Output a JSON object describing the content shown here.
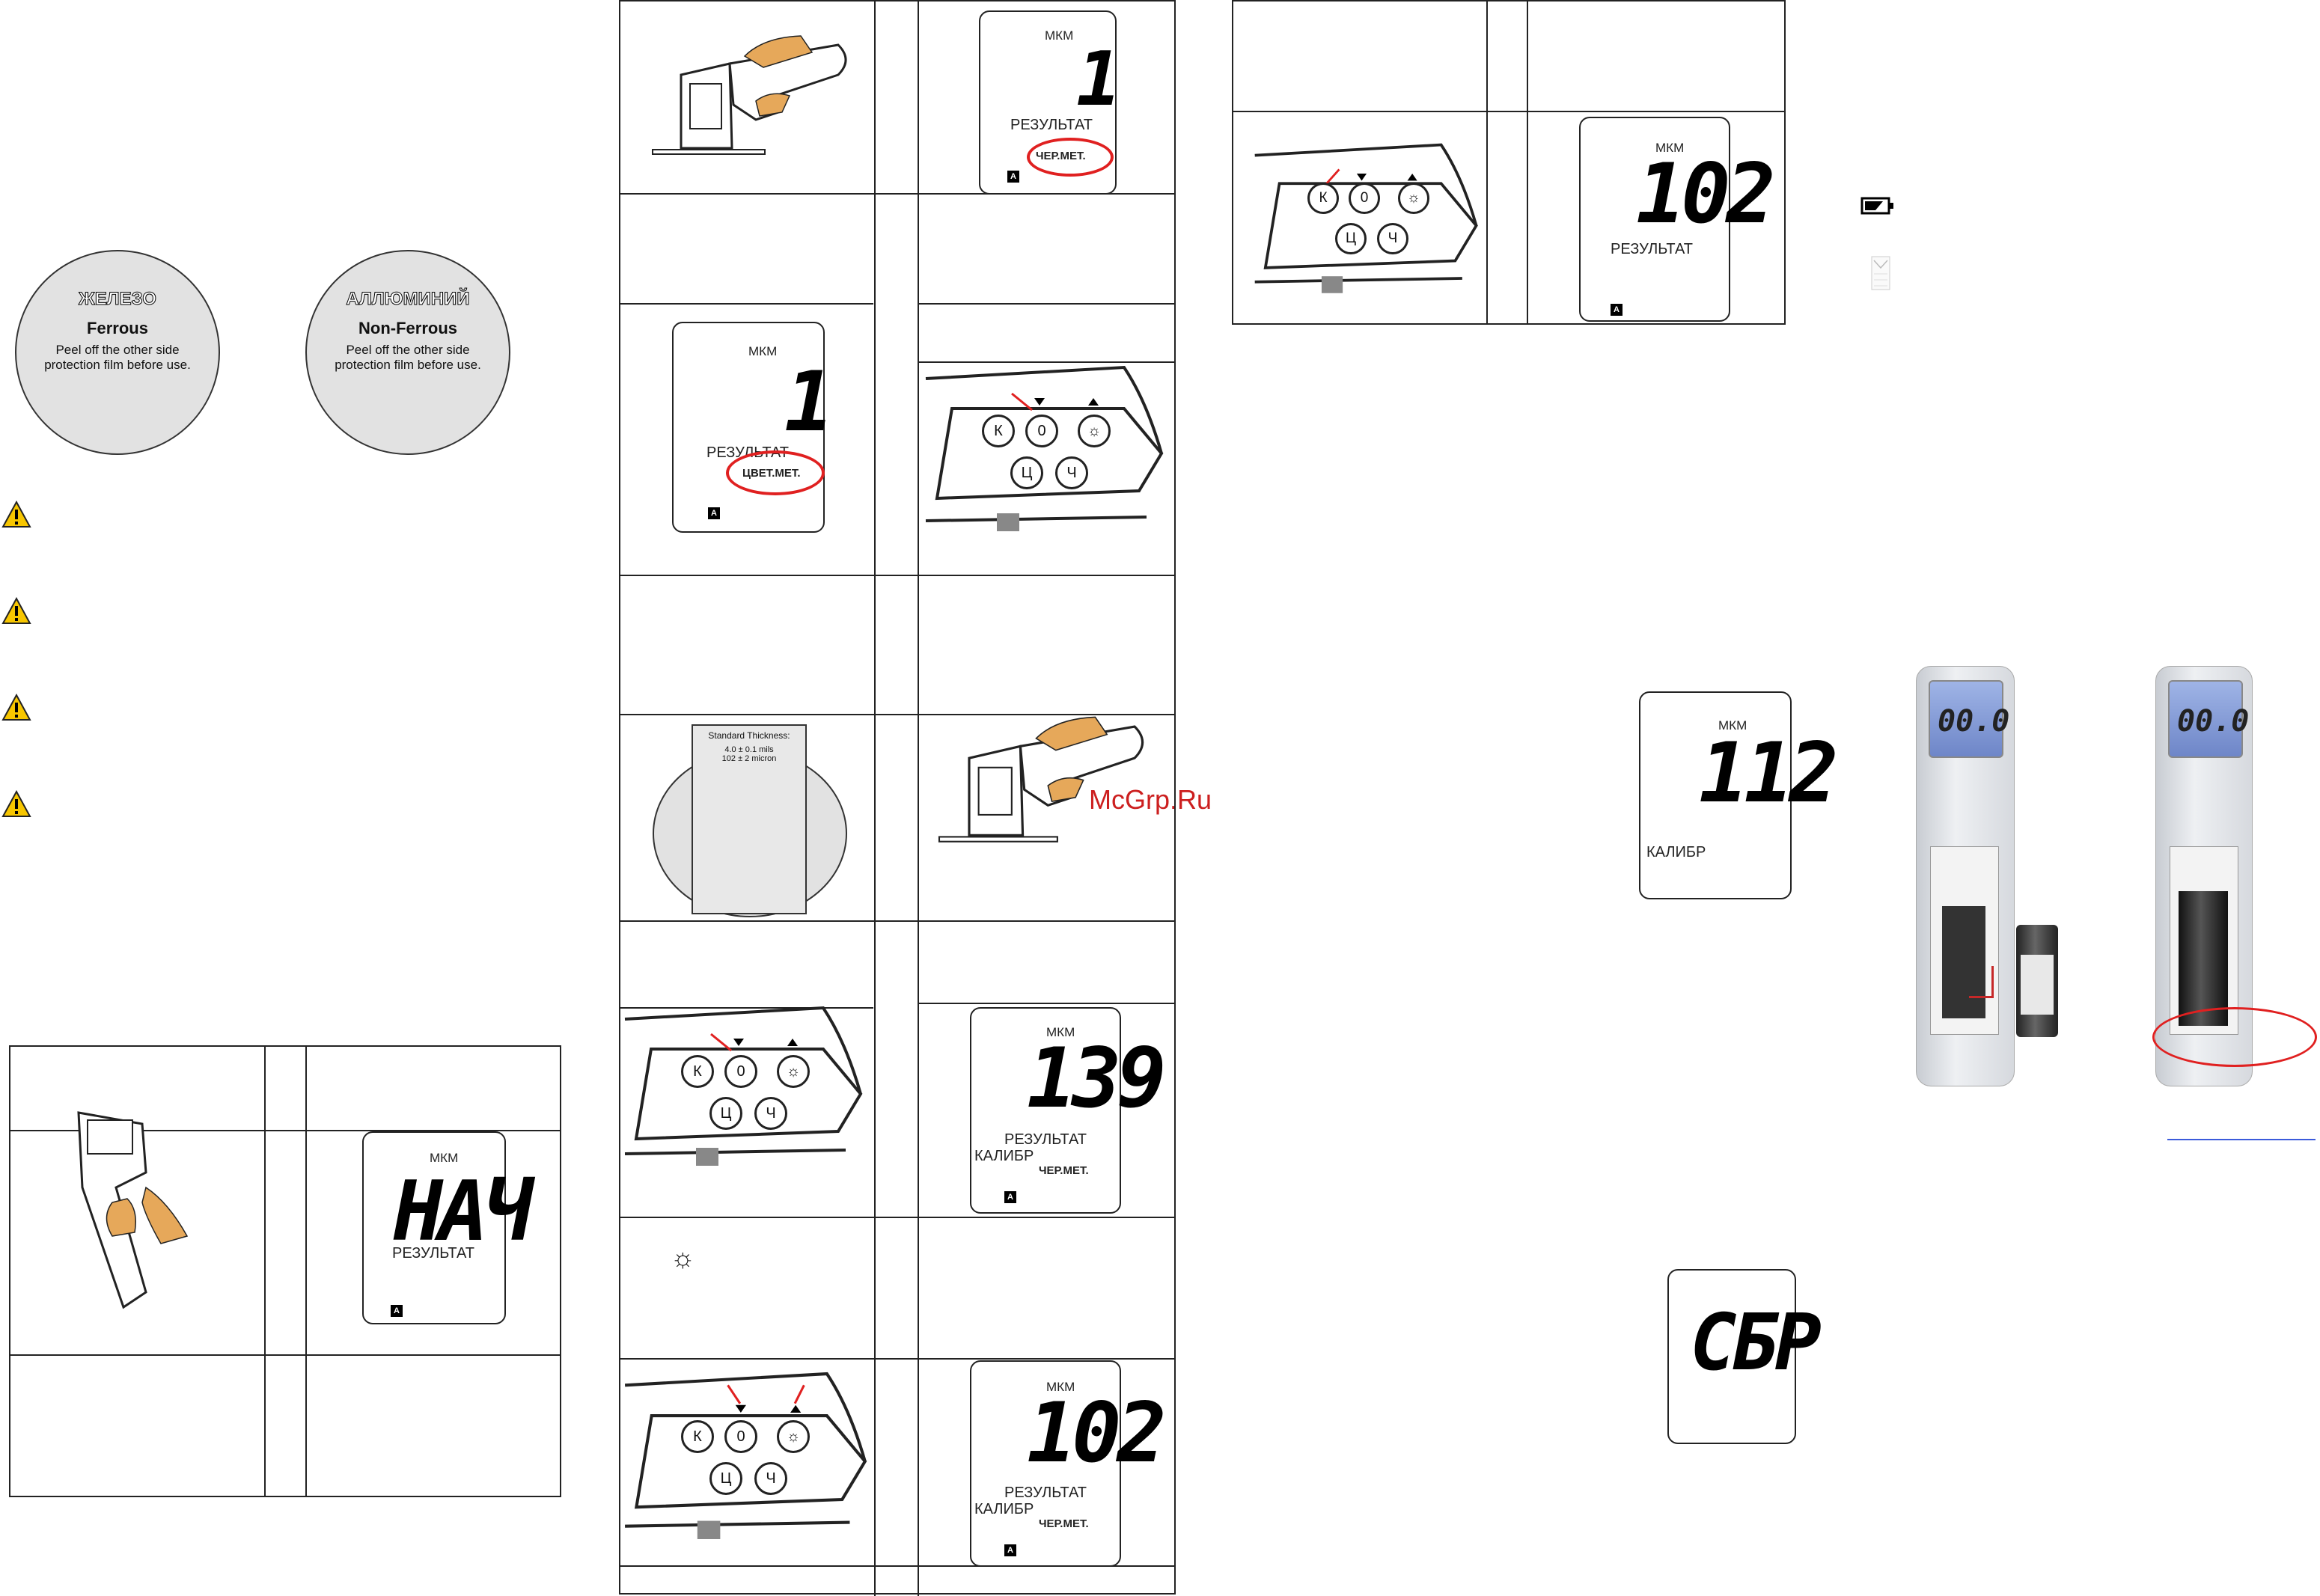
{
  "watermark": "McGrp.Ru",
  "discs": {
    "ferrous": {
      "title": "ЖЕЛЕЗО",
      "sub": "Ferrous",
      "line1": "Peel off the other side",
      "line2": "protection film before use."
    },
    "nonferrous": {
      "title": "АЛЛЮМИНИЙ",
      "sub": "Non-Ferrous",
      "line1": "Peel off the other side",
      "line2": "protection film before use."
    }
  },
  "lcd": {
    "unit": "МКМ",
    "result": "РЕЗУЛЬТАТ",
    "calib": "КАЛИБР",
    "ferrous_mode": "ЧЕР.МЕТ.",
    "nonferrous_mode": "ЦВЕТ.МЕТ.",
    "a_badge": "A",
    "start": "НАЧ",
    "v1": "1",
    "v102": "102",
    "v112": "112",
    "v139": "139",
    "reset": "СБР"
  },
  "keys": {
    "k": "К",
    "zero": "0",
    "sun": "☼",
    "c": "Ц",
    "ch": "Ч"
  },
  "standard": {
    "title": "Standard Thickness:",
    "l1": "4.0 ± 0.1 mils",
    "l2": "102 ± 2 micron"
  },
  "backlight_symbol": "☼",
  "photo_display": "00.0"
}
